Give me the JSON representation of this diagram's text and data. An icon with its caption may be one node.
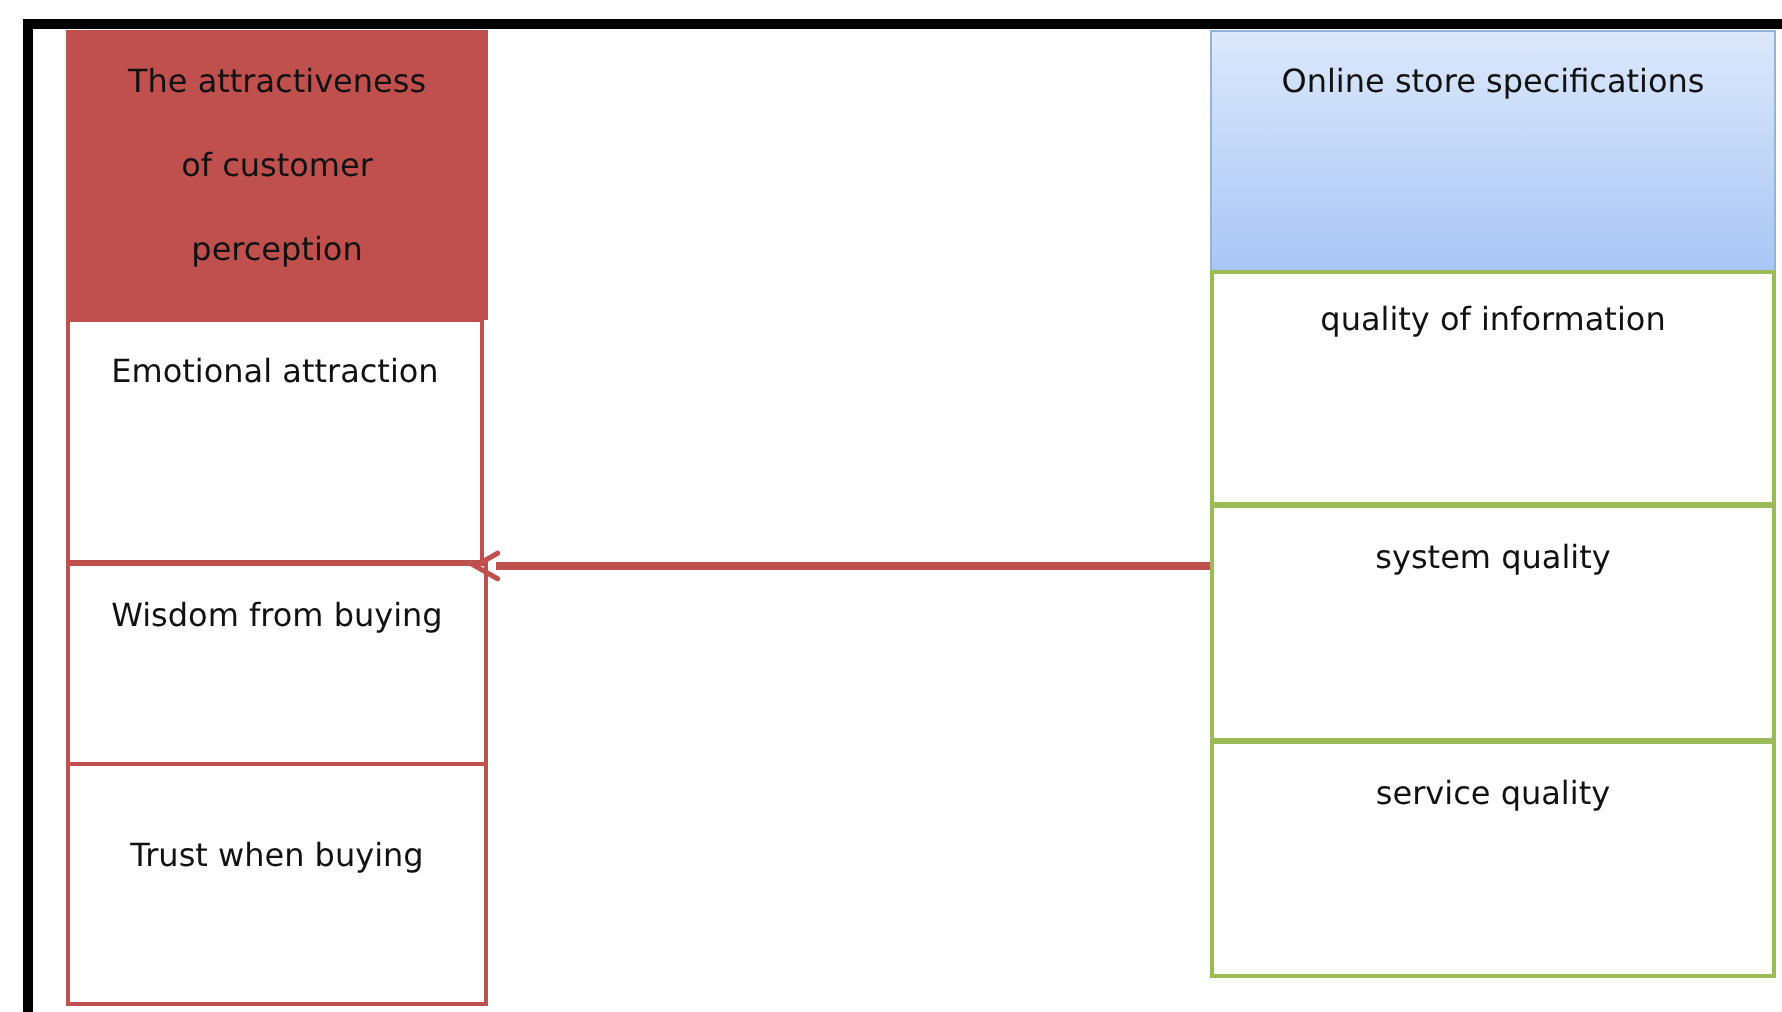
{
  "diagram": {
    "nodes": [
      {
        "text": [
          "The attractiveness of customer perception"
        ]
      },
      {
        "text": [
          "Emotional attraction"
        ]
      },
      {
        "text": [
          "Wisdom from buying"
        ]
      },
      {
        "text": [
          "Trust when buying"
        ]
      },
      {
        "text": [
          "Online store specifications"
        ]
      },
      {
        "text": [
          "quality of information"
        ]
      },
      {
        "text": [
          "system quality"
        ]
      },
      {
        "text": [
          "service quality"
        ]
      }
    ],
    "edges": [
      {
        "from": 6,
        "to": 2,
        "arrow": "to"
      }
    ]
  }
}
